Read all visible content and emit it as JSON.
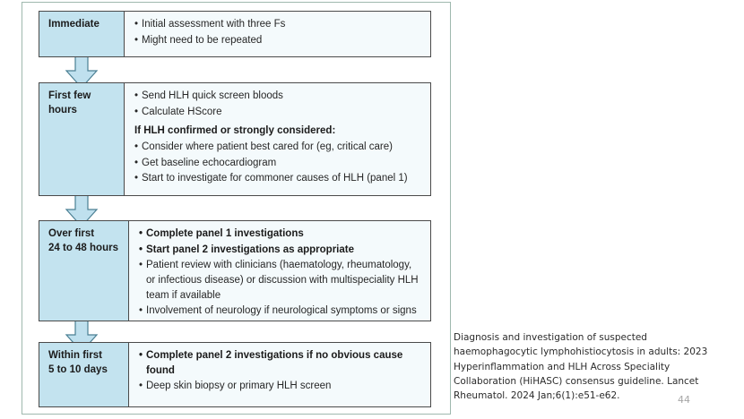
{
  "slide": {
    "page_number": "44",
    "caption": "Diagnosis and investigation of suspected haemophagocytic lymphohistiocytosis in adults: 2023 Hyperinflammation and HLH Across Speciality Collaboration (HiHASC) consensus guideline. Lancet Rheumatol. 2024 Jan;6(1):e51-e62."
  },
  "colors": {
    "label_fill": "#c3e3ef",
    "body_fill": "#f4fafc",
    "box_border": "#4a4a4a",
    "arrow_fill": "#bfe0ee",
    "arrow_stroke": "#4a7f93",
    "frame_border": "#9fb8ae",
    "text": "#262626"
  },
  "flowchart": {
    "steps": [
      {
        "label": "Immediate",
        "items": [
          {
            "kind": "bullet",
            "bold": false,
            "text": "Initial assessment with three Fs"
          },
          {
            "kind": "bullet",
            "bold": false,
            "text": "Might need to be repeated"
          }
        ]
      },
      {
        "label": "First few\nhours",
        "items": [
          {
            "kind": "bullet",
            "bold": false,
            "text": "Send HLH quick screen bloods"
          },
          {
            "kind": "bullet",
            "bold": false,
            "text": "Calculate HScore"
          },
          {
            "kind": "heading",
            "bold": true,
            "text": "If HLH confirmed or strongly considered:"
          },
          {
            "kind": "bullet",
            "bold": false,
            "text": "Consider where patient best cared for (eg, critical care)"
          },
          {
            "kind": "bullet",
            "bold": false,
            "text": "Get baseline echocardiogram"
          },
          {
            "kind": "bullet",
            "bold": false,
            "text": "Start to investigate for commoner causes of HLH (panel 1)"
          }
        ]
      },
      {
        "label": "Over first\n24 to 48 hours",
        "items": [
          {
            "kind": "bullet",
            "bold": true,
            "text": "Complete panel 1 investigations"
          },
          {
            "kind": "bullet",
            "bold": true,
            "text": "Start panel 2 investigations as appropriate"
          },
          {
            "kind": "bullet",
            "bold": false,
            "text": "Patient review with clinicians (haematology, rheumatology, or infectious disease) or discussion with multispeciality HLH team if available"
          },
          {
            "kind": "bullet",
            "bold": false,
            "text": "Involvement of neurology if neurological symptoms or signs"
          }
        ]
      },
      {
        "label": "Within first\n5 to 10 days",
        "items": [
          {
            "kind": "bullet",
            "bold": true,
            "text": "Complete panel 2 investigations if no obvious cause found"
          },
          {
            "kind": "bullet",
            "bold": false,
            "text": "Deep skin biopsy or primary HLH screen"
          }
        ]
      }
    ],
    "arrows": [
      {
        "name": "arrow-immediate-to-first-few-hours"
      },
      {
        "name": "arrow-first-few-hours-to-over-first-24-48"
      },
      {
        "name": "arrow-over-first-24-48-to-within-first-5-10-days"
      }
    ]
  }
}
